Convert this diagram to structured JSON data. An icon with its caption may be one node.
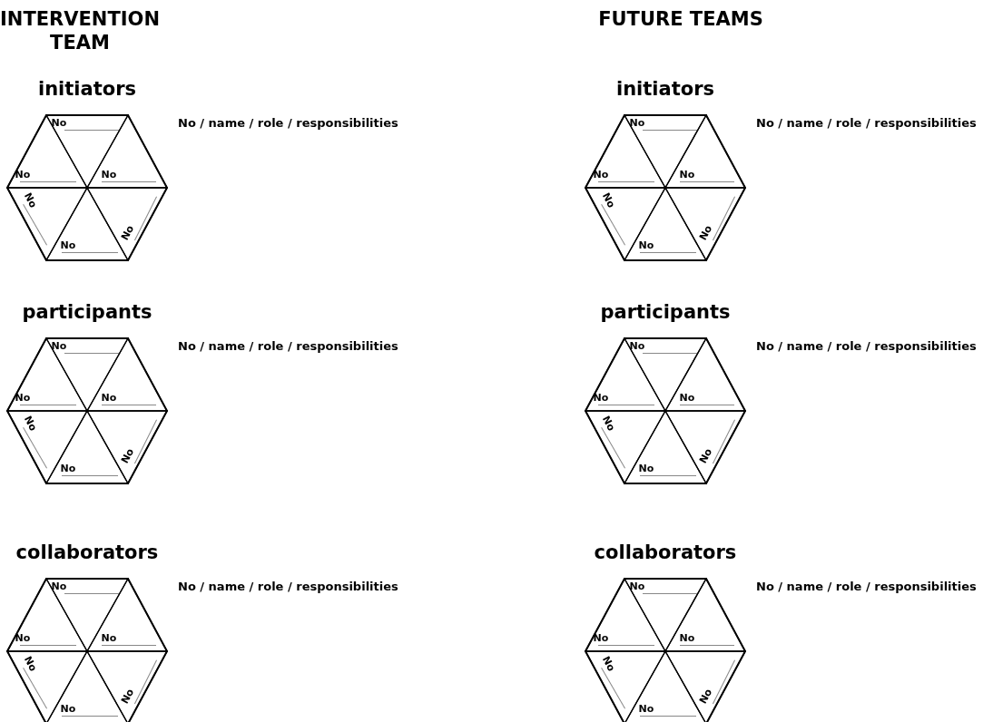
{
  "diagram": {
    "nodes": [
      {
        "text": [
          "initiators"
        ],
        "beside": [
          "No / name / role / responsibilities"
        ]
      },
      {
        "text": [
          "No"
        ],
        "in": 0
      },
      {
        "text": [
          "No"
        ],
        "in": 0
      },
      {
        "text": [
          "No"
        ],
        "in": 0
      },
      {
        "text": [
          "No"
        ],
        "in": 0
      },
      {
        "text": [
          "No"
        ],
        "in": 0
      },
      {
        "text": [
          "No"
        ],
        "in": 0
      },
      {
        "text": [
          "participants"
        ],
        "beside": [
          "No / name / role / responsibilities"
        ]
      },
      {
        "text": [
          "No"
        ],
        "in": 7
      },
      {
        "text": [
          "No"
        ],
        "in": 7
      },
      {
        "text": [
          "No"
        ],
        "in": 7
      },
      {
        "text": [
          "No"
        ],
        "in": 7
      },
      {
        "text": [
          "No"
        ],
        "in": 7
      },
      {
        "text": [
          "No"
        ],
        "in": 7
      },
      {
        "text": [
          "collaborators"
        ],
        "beside": [
          "No / name / role / responsibilities"
        ]
      },
      {
        "text": [
          "No"
        ],
        "in": 14
      },
      {
        "text": [
          "No"
        ],
        "in": 14
      },
      {
        "text": [
          "No"
        ],
        "in": 14
      },
      {
        "text": [
          "No"
        ],
        "in": 14
      },
      {
        "text": [
          "No"
        ],
        "in": 14
      },
      {
        "text": [
          "No"
        ],
        "in": 14
      },
      {
        "text": [
          "initiators"
        ],
        "beside": [
          "No / name / role / responsibilities"
        ]
      },
      {
        "text": [
          "No"
        ],
        "in": 21
      },
      {
        "text": [
          "No"
        ],
        "in": 21
      },
      {
        "text": [
          "No"
        ],
        "in": 21
      },
      {
        "text": [
          "No"
        ],
        "in": 21
      },
      {
        "text": [
          "No"
        ],
        "in": 21
      },
      {
        "text": [
          "No"
        ],
        "in": 21
      },
      {
        "text": [
          "participants"
        ],
        "beside": [
          "No / name / role / responsibilities"
        ]
      },
      {
        "text": [
          "No"
        ],
        "in": 28
      },
      {
        "text": [
          "No"
        ],
        "in": 28
      },
      {
        "text": [
          "No"
        ],
        "in": 28
      },
      {
        "text": [
          "No"
        ],
        "in": 28
      },
      {
        "text": [
          "No"
        ],
        "in": 28
      },
      {
        "text": [
          "No"
        ],
        "in": 28
      },
      {
        "text": [
          "collaborators"
        ],
        "beside": [
          "No / name / role / responsibilities"
        ]
      },
      {
        "text": [
          "No"
        ],
        "in": 35
      },
      {
        "text": [
          "No"
        ],
        "in": 35
      },
      {
        "text": [
          "No"
        ],
        "in": 35
      },
      {
        "text": [
          "No"
        ],
        "in": 35
      },
      {
        "text": [
          "No"
        ],
        "in": 35
      },
      {
        "text": [
          "No"
        ],
        "in": 35
      }
    ],
    "labels": [
      "INTERVENTION TEAM",
      "FUTURE TEAMS"
    ]
  }
}
